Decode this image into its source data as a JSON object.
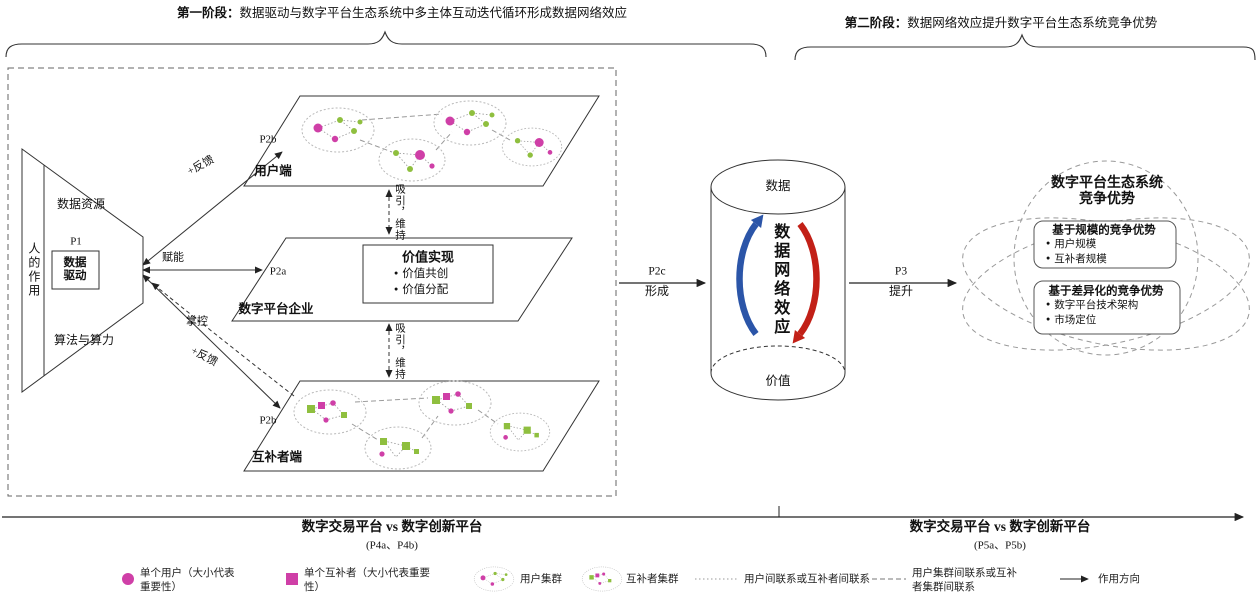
{
  "colors": {
    "magenta": "#cf3fa7",
    "green": "#8fbf3f",
    "blue": "#2b55a8",
    "red": "#c22017",
    "line": "#333333"
  },
  "phase1": {
    "prefix": "第一阶段：",
    "text": "数据驱动与数字平台生态系统中多主体互动迭代循环形成数据网络效应"
  },
  "phase2": {
    "prefix": "第二阶段：",
    "text": "数据网络效应提升数字平台生态系统竞争优势"
  },
  "funnel": {
    "side_label": "人的作用",
    "top": "数据资源",
    "p_tag": "P1",
    "core": "数据驱动",
    "bottom": "算法与算力"
  },
  "edges": {
    "feedback_top": "+反馈",
    "empower": "赋能",
    "control": "掌控",
    "feedback_bottom": "+反馈",
    "attract_top": "吸引，维持",
    "attract_bottom": "吸引，维持"
  },
  "layers": {
    "user": {
      "tag": "P2b",
      "name": "用户端"
    },
    "platform": {
      "tag": "P2a",
      "name": "数字平台企业"
    },
    "complementor": {
      "tag": "P2b",
      "name": "互补者端"
    }
  },
  "value_box": {
    "title": "价值实现",
    "items": [
      "价值共创",
      "价值分配"
    ]
  },
  "p2c": {
    "tag": "P2c",
    "text": "形成"
  },
  "p3": {
    "tag": "P3",
    "text": "提升"
  },
  "cylinder": {
    "top": "数据",
    "center": "数据网络效应",
    "bottom": "价值"
  },
  "advantage": {
    "title_line1": "数字平台生态系统",
    "title_line2": "竞争优势",
    "boxes": [
      {
        "title": "基于规模的竞争优势",
        "items": [
          "用户规模",
          "互补者规模"
        ]
      },
      {
        "title": "基于差异化的竞争优势",
        "items": [
          "数字平台技术架构",
          "市场定位"
        ]
      }
    ]
  },
  "timeline": {
    "left": {
      "title": "数字交易平台 vs 数字创新平台",
      "sub": "(P4a、P4b)"
    },
    "right": {
      "title": "数字交易平台 vs 数字创新平台",
      "sub": "(P5a、P5b)"
    }
  },
  "legend": [
    {
      "icon": "user-node",
      "label": "单个用户（大小代表重要性）"
    },
    {
      "icon": "complementor-node",
      "label": "单个互补者（大小代表重要性）"
    },
    {
      "icon": "user-cluster",
      "label": "用户集群"
    },
    {
      "icon": "complementor-cluster",
      "label": "互补者集群"
    },
    {
      "icon": "dotted-link",
      "label": "用户间联系或互补者间联系"
    },
    {
      "icon": "dashed-link",
      "label": "用户集群间联系或互补者集群间联系"
    },
    {
      "icon": "arrow",
      "label": "作用方向"
    }
  ]
}
